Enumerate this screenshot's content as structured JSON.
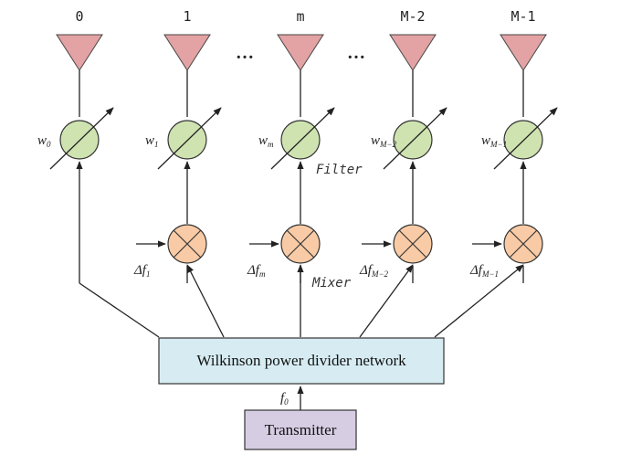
{
  "elements": [
    {
      "index": "0",
      "weight": "w",
      "weight_sub": "0",
      "has_mixer": false,
      "offset": "",
      "offset_sub": ""
    },
    {
      "index": "1",
      "weight": "w",
      "weight_sub": "1",
      "has_mixer": true,
      "offset": "Δf",
      "offset_sub": "1"
    },
    {
      "index": "m",
      "weight": "w",
      "weight_sub": "m",
      "has_mixer": true,
      "offset": "Δf",
      "offset_sub": "m"
    },
    {
      "index": "M-2",
      "weight": "w",
      "weight_sub": "M−2",
      "has_mixer": true,
      "offset": "Δf",
      "offset_sub": "M−2"
    },
    {
      "index": "M-1",
      "weight": "w",
      "weight_sub": "M−1",
      "has_mixer": true,
      "offset": "Δf",
      "offset_sub": "M−1"
    }
  ],
  "ellipsis": "…",
  "filter_label": "Filter",
  "mixer_label": "Mixer",
  "divider_label": "Wilkinson power divider network",
  "carrier_label": "f",
  "carrier_sub": "0",
  "transmitter_label": "Transmitter",
  "colors": {
    "antenna": "#e3a2a3",
    "phase_shifter": "#cfe3b1",
    "mixer": "#f8cba6",
    "divider": "#d6ecf2",
    "transmitter": "#d6cde3",
    "stroke": "#222222"
  }
}
